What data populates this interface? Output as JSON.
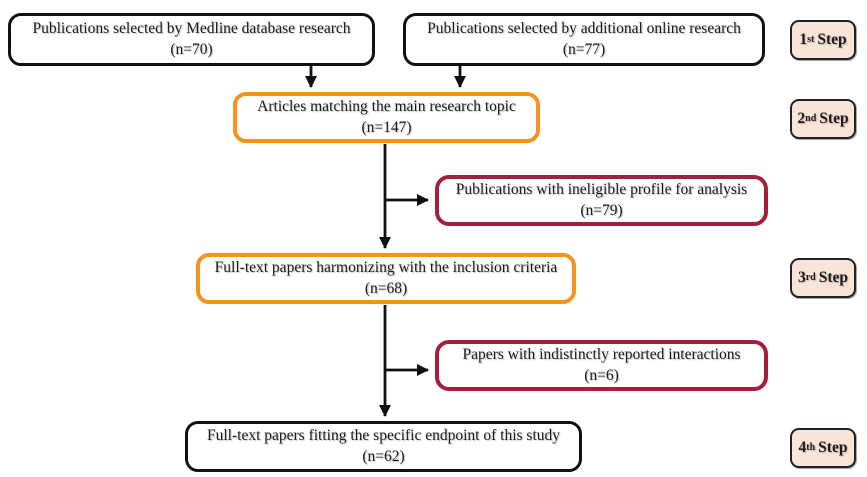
{
  "diagram": {
    "colors": {
      "box_black_border": "#111111",
      "box_orange_border": "#F6921E",
      "box_crimson_border": "#A61E3C",
      "badge_fill": "#FAE3D7",
      "badge_border": "#222222",
      "arrow": "#111111"
    },
    "boxes": {
      "medline": {
        "label": "Publications selected by Medline database research",
        "n": "(n=70)"
      },
      "online": {
        "label": "Publications selected by additional online research",
        "n": "(n=77)"
      },
      "matching": {
        "label": "Articles matching the main research topic",
        "n": "(n=147)"
      },
      "ineligible": {
        "label": "Publications with ineligible profile for analysis",
        "n": "(n=79)"
      },
      "harmonizing": {
        "label": "Full-text papers harmonizing with the inclusion criteria",
        "n": "(n=68)"
      },
      "indistinct": {
        "label": "Papers with indistinctly reported interactions",
        "n": "(n=6)"
      },
      "endpoint": {
        "label": "Full-text papers fitting the specific endpoint of this study",
        "n": "(n=62)"
      }
    },
    "steps": [
      {
        "num": "1",
        "suffix": "st",
        "word": "Step"
      },
      {
        "num": "2",
        "suffix": "nd",
        "word": "Step"
      },
      {
        "num": "3",
        "suffix": "rd",
        "word": "Step"
      },
      {
        "num": "4",
        "suffix": "th",
        "word": "Step"
      }
    ]
  }
}
